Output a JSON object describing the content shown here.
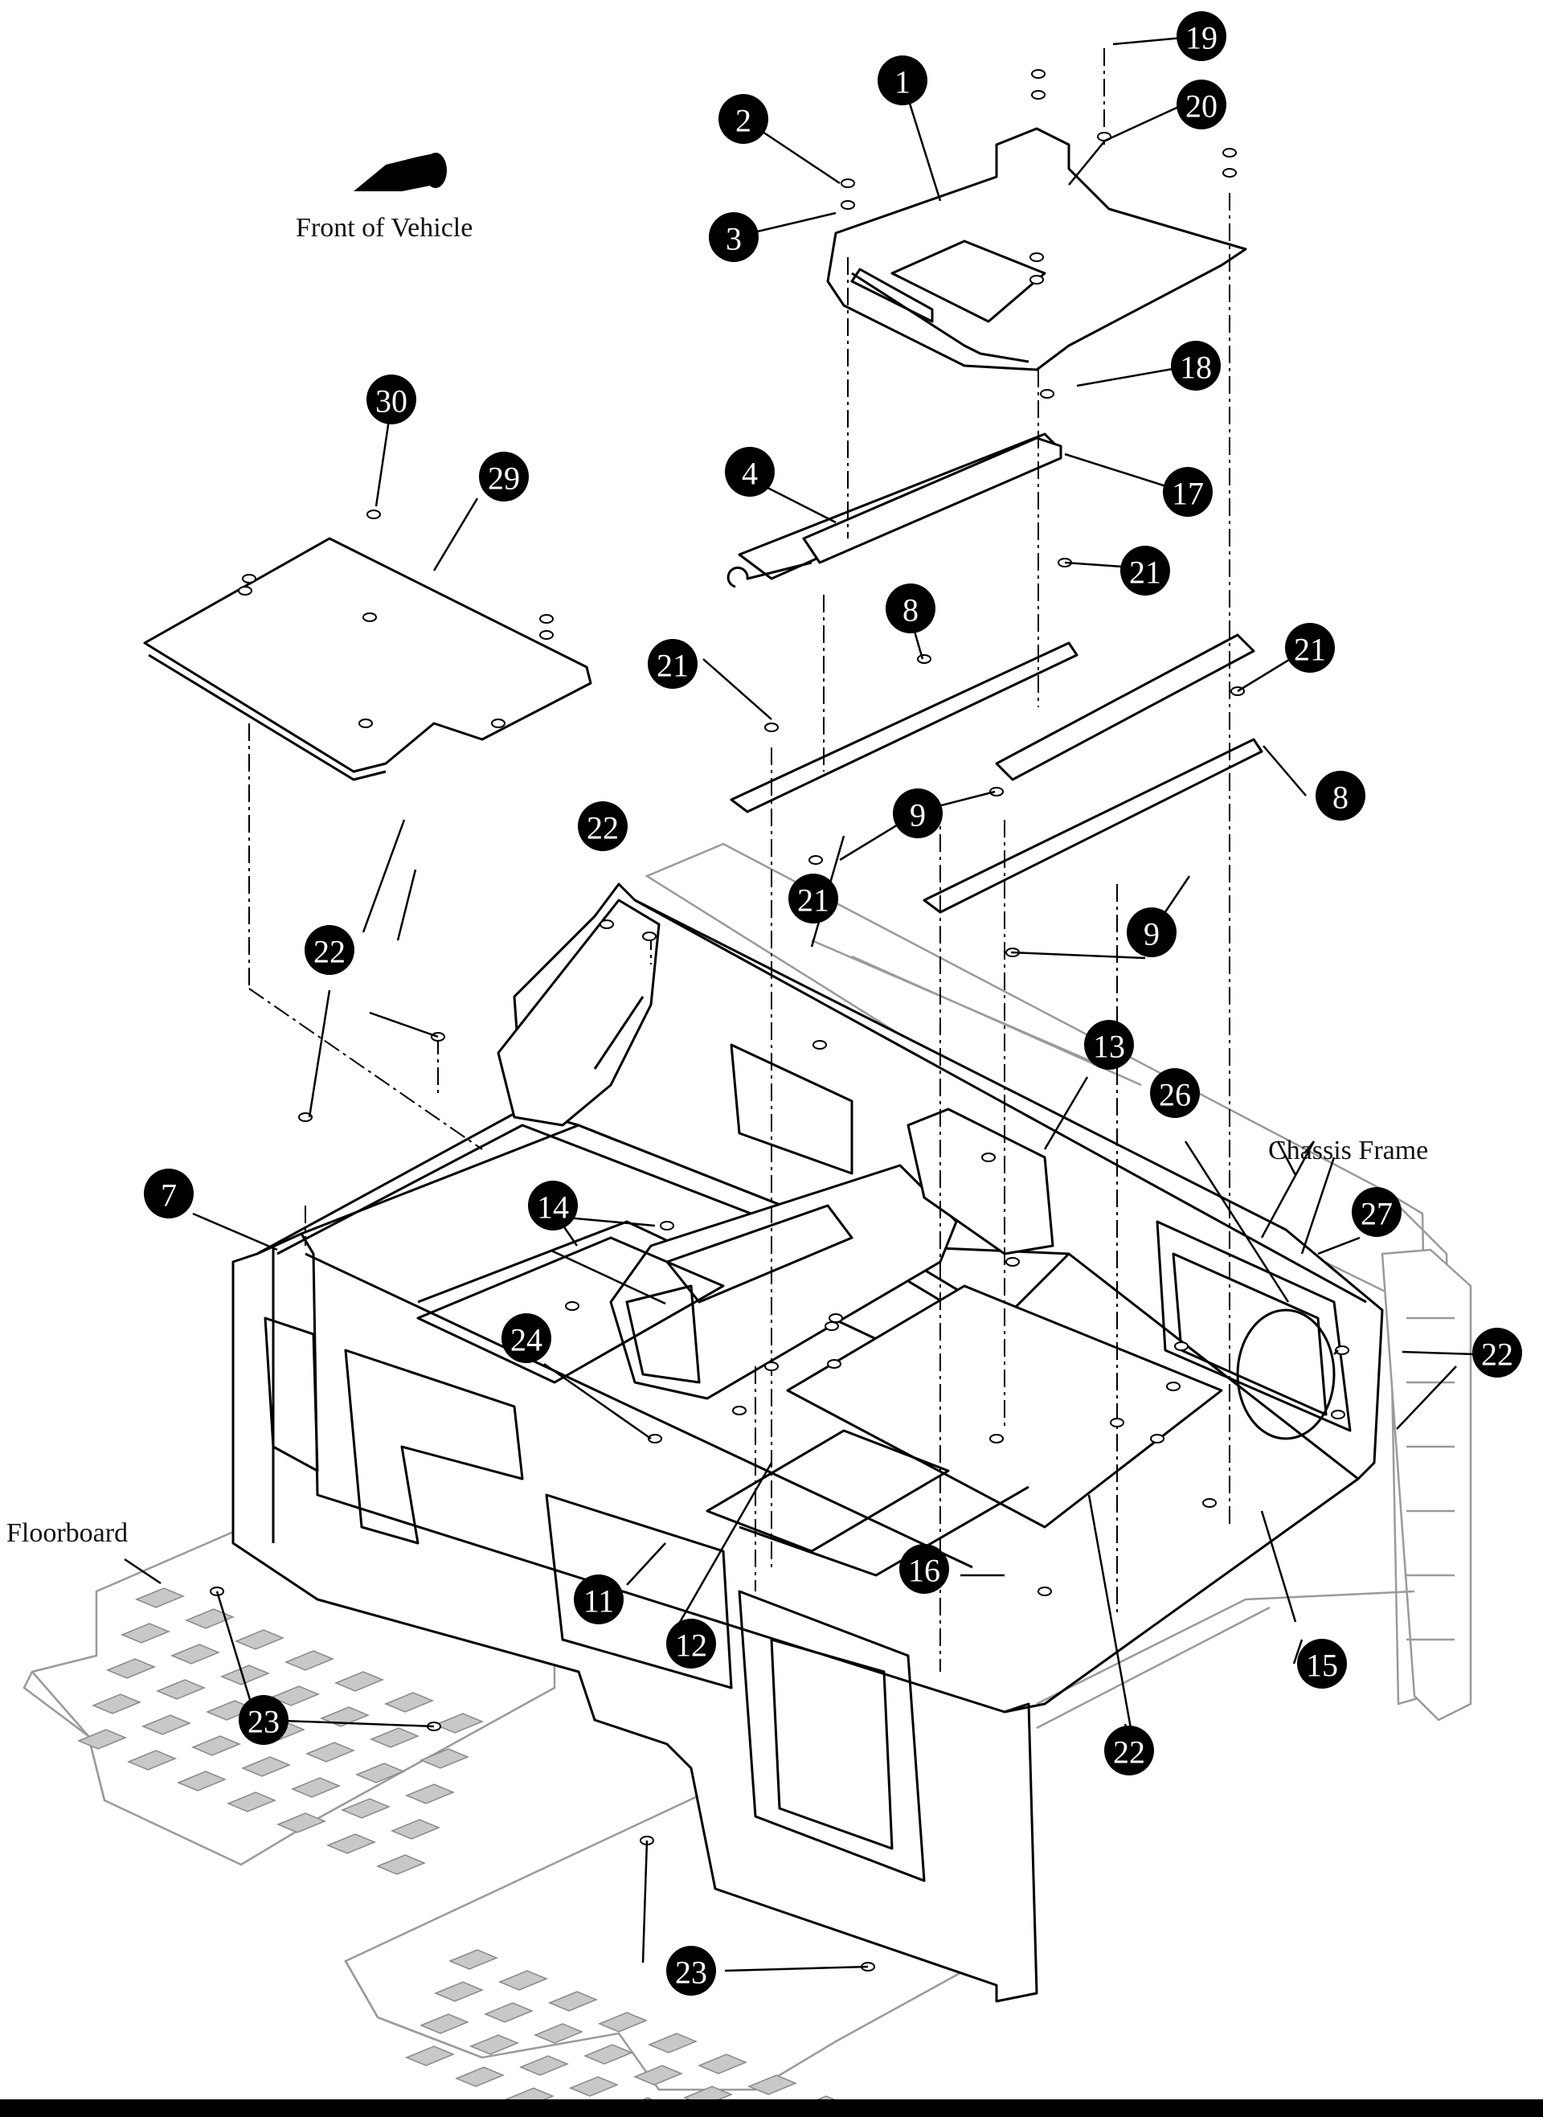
{
  "labels": {
    "front_of_vehicle": "Front of Vehicle",
    "chassis_frame": "Chassis Frame",
    "floorboard": "Floorboard"
  },
  "callouts": [
    {
      "id": "c1",
      "number": "1"
    },
    {
      "id": "c2",
      "number": "2"
    },
    {
      "id": "c3",
      "number": "3"
    },
    {
      "id": "c4",
      "number": "4"
    },
    {
      "id": "c7",
      "number": "7"
    },
    {
      "id": "c8a",
      "number": "8"
    },
    {
      "id": "c8b",
      "number": "8"
    },
    {
      "id": "c9a",
      "number": "9"
    },
    {
      "id": "c9b",
      "number": "9"
    },
    {
      "id": "c11",
      "number": "11"
    },
    {
      "id": "c12",
      "number": "12"
    },
    {
      "id": "c13",
      "number": "13"
    },
    {
      "id": "c14",
      "number": "14"
    },
    {
      "id": "c15",
      "number": "15"
    },
    {
      "id": "c16",
      "number": "16"
    },
    {
      "id": "c17",
      "number": "17"
    },
    {
      "id": "c18",
      "number": "18"
    },
    {
      "id": "c19",
      "number": "19"
    },
    {
      "id": "c20",
      "number": "20"
    },
    {
      "id": "c21a",
      "number": "21"
    },
    {
      "id": "c21b",
      "number": "21"
    },
    {
      "id": "c21c",
      "number": "21"
    },
    {
      "id": "c21d",
      "number": "21"
    },
    {
      "id": "c22a",
      "number": "22"
    },
    {
      "id": "c22b",
      "number": "22"
    },
    {
      "id": "c22c",
      "number": "22"
    },
    {
      "id": "c22d",
      "number": "22"
    },
    {
      "id": "c23a",
      "number": "23"
    },
    {
      "id": "c23b",
      "number": "23"
    },
    {
      "id": "c24",
      "number": "24"
    },
    {
      "id": "c26",
      "number": "26"
    },
    {
      "id": "c27",
      "number": "27"
    },
    {
      "id": "c29",
      "number": "29"
    },
    {
      "id": "c30",
      "number": "30"
    }
  ],
  "colors": {
    "callout_fill": "#000000",
    "callout_text": "#ffffff",
    "line_art": "#000000",
    "context_parts": "#9a9a9a",
    "background": "#ffffff"
  },
  "icons": {
    "front_arrow": "arrow-icon"
  }
}
